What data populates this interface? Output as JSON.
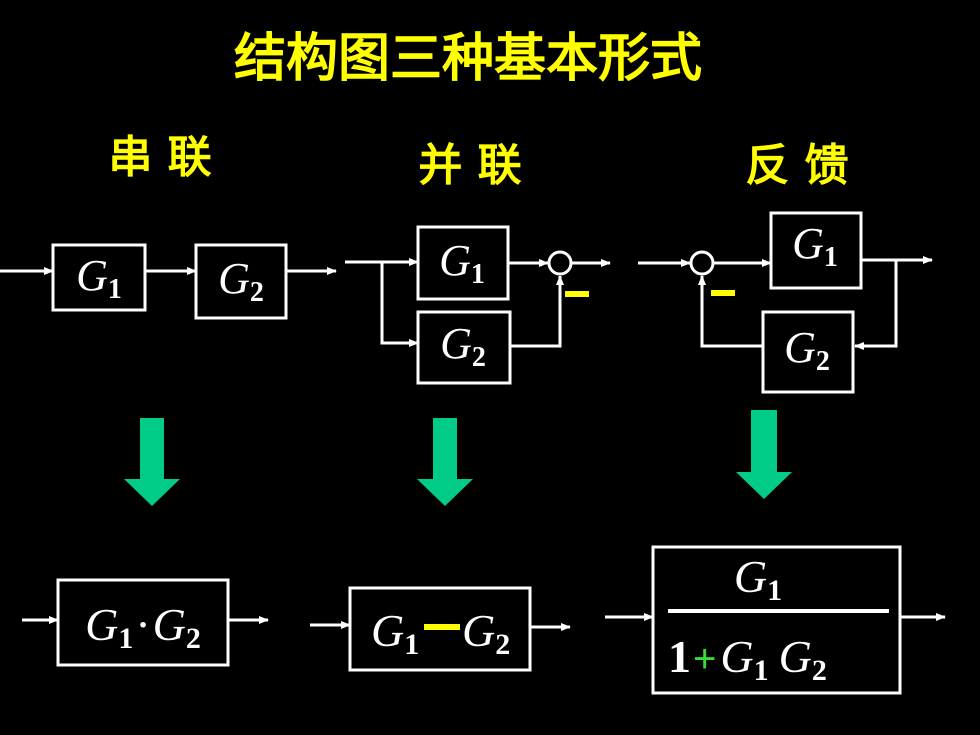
{
  "title": "结构图三种基本形式",
  "colors": {
    "text_accent": "#ffff00",
    "arrow": "#00cc88",
    "plus": "#33dd33",
    "lines": "#ffffff"
  },
  "series_section": {
    "label": "串 联",
    "g1": "G",
    "g1_sub": "1",
    "g2": "G",
    "g2_sub": "2",
    "result": {
      "g1": "G",
      "g1_sub": "1",
      "dot": "·",
      "g2": "G",
      "g2_sub": "2"
    }
  },
  "parallel_section": {
    "label": "并 联",
    "g1": "G",
    "g1_sub": "1",
    "g2": "G",
    "g2_sub": "2",
    "minus_sign": "−",
    "result": {
      "g1": "G",
      "g1_sub": "1",
      "op": "−",
      "g2": "G",
      "g2_sub": "2"
    }
  },
  "feedback_section": {
    "label": "反 馈",
    "g1": "G",
    "g1_sub": "1",
    "g2": "G",
    "g2_sub": "2",
    "minus_sign": "−",
    "result": {
      "num_g": "G",
      "num_sub": "1",
      "one": "1",
      "plus": "+",
      "den_g1": "G",
      "den_g1_sub": "1",
      "den_g2": "G",
      "den_g2_sub": "2"
    }
  }
}
